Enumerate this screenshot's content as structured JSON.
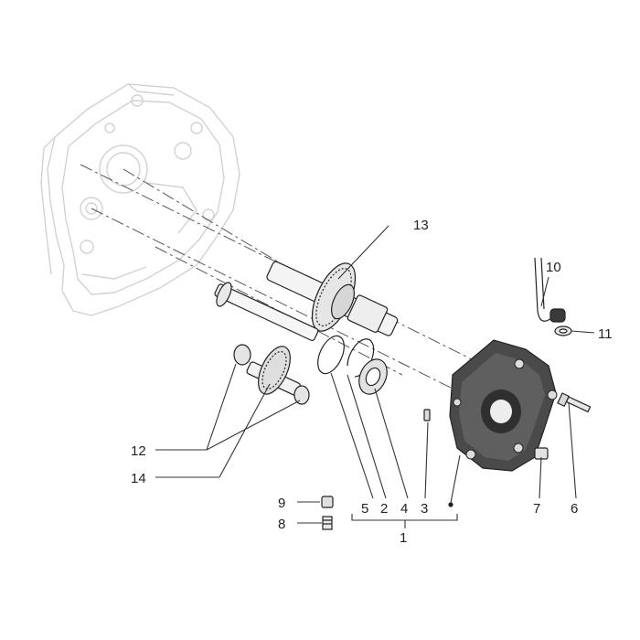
{
  "diagram": {
    "callouts": [
      {
        "id": "c1",
        "text": "1"
      },
      {
        "id": "c2",
        "text": "2"
      },
      {
        "id": "c3",
        "text": "3"
      },
      {
        "id": "c4",
        "text": "4"
      },
      {
        "id": "c5",
        "text": "5"
      },
      {
        "id": "c6",
        "text": "6"
      },
      {
        "id": "c7",
        "text": "7"
      },
      {
        "id": "c8",
        "text": "8"
      },
      {
        "id": "c9",
        "text": "9"
      },
      {
        "id": "c10",
        "text": "10"
      },
      {
        "id": "c11",
        "text": "11"
      },
      {
        "id": "c12",
        "text": "12"
      },
      {
        "id": "c13",
        "text": "13"
      },
      {
        "id": "c14",
        "text": "14"
      }
    ]
  }
}
